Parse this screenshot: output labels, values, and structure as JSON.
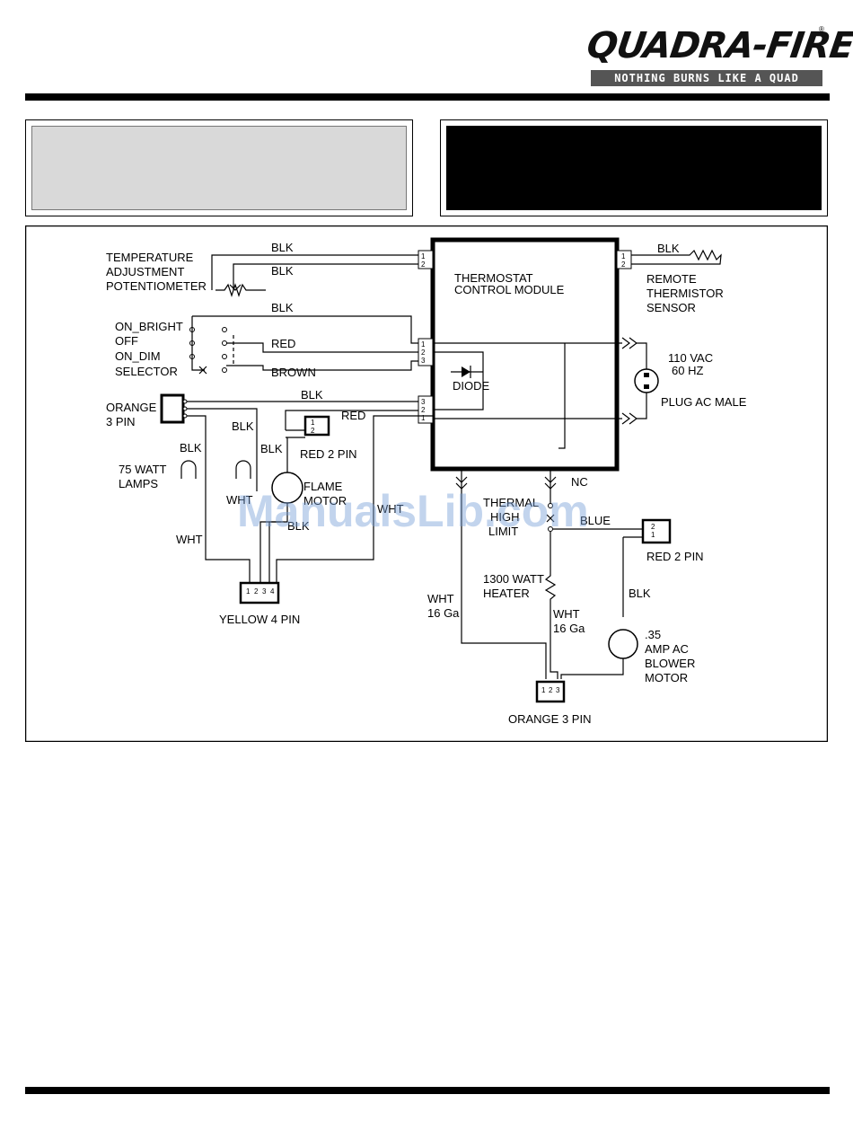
{
  "brand": {
    "logo_text": "QUADRA-FIRE",
    "registered_mark": "®",
    "tagline": "NOTHING BURNS LIKE A QUAD"
  },
  "watermark": "ManualsLib.com",
  "diagram": {
    "labels": {
      "temp_pot": [
        "TEMPERATURE",
        "ADJUSTMENT",
        "POTENTIOMETER"
      ],
      "blk_pot_1": "BLK",
      "blk_pot_2": "BLK",
      "module": [
        "THERMOSTAT",
        "CONTROL MODULE"
      ],
      "blk_remote": "BLK",
      "remote_sensor": [
        "REMOTE",
        "THERMISTOR",
        "SENSOR"
      ],
      "selector": [
        "ON_BRIGHT",
        "OFF",
        "ON_DIM",
        "SELECTOR"
      ],
      "blk_selector": "BLK",
      "red_selector": "RED",
      "brown_selector": "BROWN",
      "diode": "DIODE",
      "supply": [
        "110 VAC",
        "60 HZ"
      ],
      "plug": "PLUG AC MALE",
      "orange_3pin_left": [
        "ORANGE",
        "3 PIN"
      ],
      "blk_mid": "BLK",
      "red_mid": "RED",
      "red_2pin_left": "RED 2 PIN",
      "blk_lamp_a": "BLK",
      "blk_lamp_b": "BLK",
      "blk_lamp_c": "BLK",
      "lamps": [
        "75 WATT",
        "LAMPS"
      ],
      "flame_motor": [
        "FLAME",
        "MOTOR"
      ],
      "wht_lamp": "WHT",
      "wht_lower": "WHT",
      "wht_right": "WHT",
      "blk_motor": "BLK",
      "nc": "NC",
      "thermal_limit": [
        "THERMAL",
        "HIGH",
        "LIMIT"
      ],
      "blue": "BLUE",
      "red_2pin_right": "RED 2 PIN",
      "yellow_4pin": "YELLOW 4 PIN",
      "heater": [
        "1300 WATT",
        "HEATER"
      ],
      "wht_16_left": [
        "WHT",
        "16 Ga"
      ],
      "wht_16_right": [
        "WHT",
        "16 Ga"
      ],
      "blk_blower": "BLK",
      "blower": [
        ".35",
        "AMP AC",
        "BLOWER",
        "MOTOR"
      ],
      "orange_3pin_bottom": "ORANGE 3 PIN",
      "pin_1": "1",
      "pin_2": "2",
      "pin_3": "3",
      "pin_4": "4"
    }
  }
}
